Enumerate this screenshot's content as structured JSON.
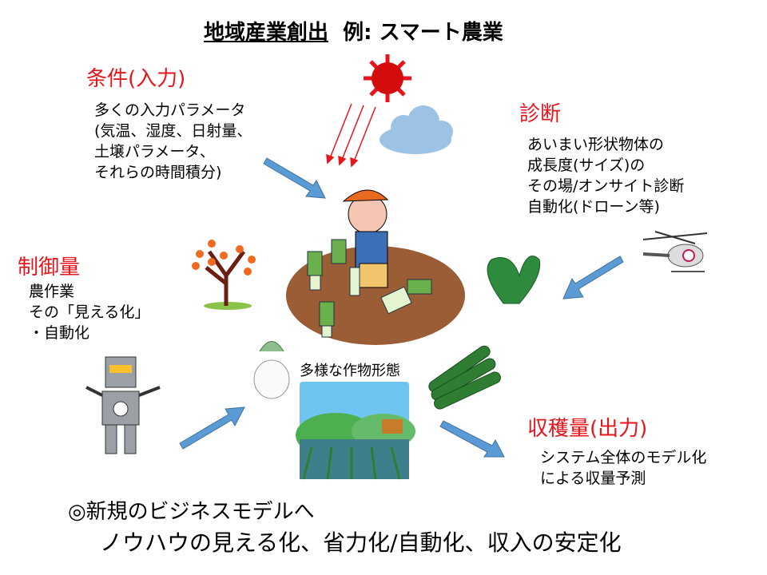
{
  "title": {
    "underlined": "地域産業創出",
    "rest": "例: スマート農業"
  },
  "input": {
    "heading": "条件(入力)",
    "lines": [
      "多くの入力パラメータ",
      "(気温、湿度、日射量、",
      "土壌パラメータ、",
      "それらの時間積分)"
    ]
  },
  "diagnosis": {
    "heading": "診断",
    "lines": [
      "あいまい形状物体の",
      "成長度(サイズ)の",
      "その場/オンサイト診断",
      "自動化(ドローン等)"
    ]
  },
  "control": {
    "heading": "制御量",
    "lines": [
      "農作業",
      "その「見える化」",
      "・自動化"
    ]
  },
  "crops_label": "多様な作物形態",
  "output": {
    "heading": "収穫量(出力)",
    "lines": [
      "システム全体のモデル化",
      "による収量予測"
    ]
  },
  "footer": {
    "line1": "◎新規のビジネスモデルへ",
    "line2": "ノウハウの見える化、省力化/自動化、収入の安定化"
  },
  "colors": {
    "heading": "#e8141b",
    "arrow": "#5b9bd5",
    "sun": "#d40c0c"
  }
}
